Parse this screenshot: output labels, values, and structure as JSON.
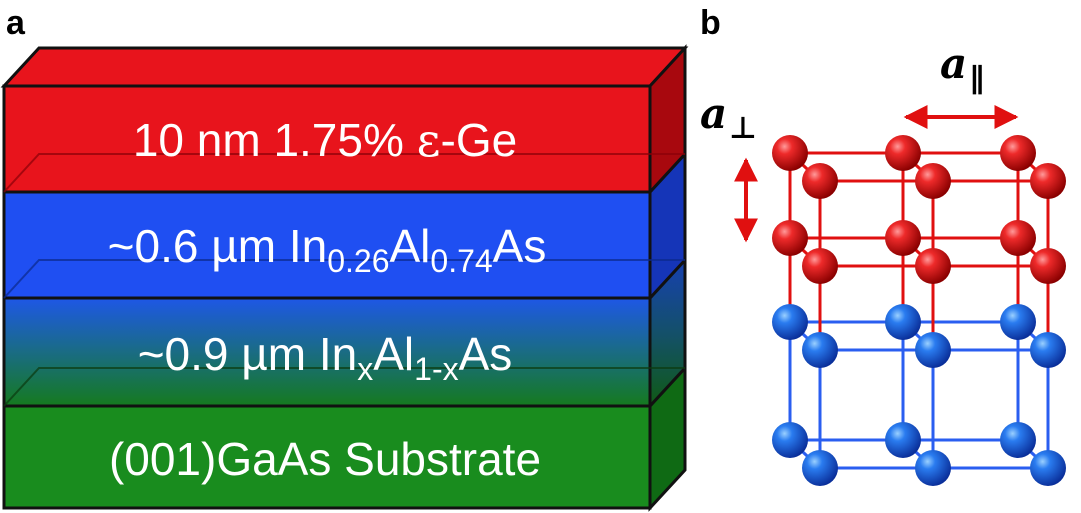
{
  "panel_a": {
    "label": "a",
    "layers": [
      {
        "main": "10 nm 1.75% ",
        "eps": "ε",
        "tail": "-Ge"
      },
      {
        "pre": "~0.6 µm In",
        "sub1": "0.26",
        "mid": "Al",
        "sub2": "0.74",
        "post": "As"
      },
      {
        "pre": "~0.9 µm In",
        "sub1": "x",
        "mid": "Al",
        "sub2": "1-x",
        "post": "As"
      },
      {
        "text": "(001)GaAs Substrate"
      }
    ],
    "colors": {
      "ge_layer": "#e8141c",
      "inalas_layer": "#1f4ff2",
      "graded_top": "#1e57e6",
      "graded_bottom": "#157a1e",
      "substrate": "#198c1e",
      "outline": "#111111"
    }
  },
  "panel_b": {
    "label": "b",
    "a_perp": {
      "symbol": "a",
      "sub": "⊥"
    },
    "a_par": {
      "symbol": "a",
      "sub": "∥"
    },
    "colors": {
      "ge_atom": "#e01010",
      "substrate_atom": "#1b5ee8",
      "ge_bond": "#e01010",
      "substrate_bond": "#2a5ef0",
      "arrow": "#e01010"
    }
  }
}
